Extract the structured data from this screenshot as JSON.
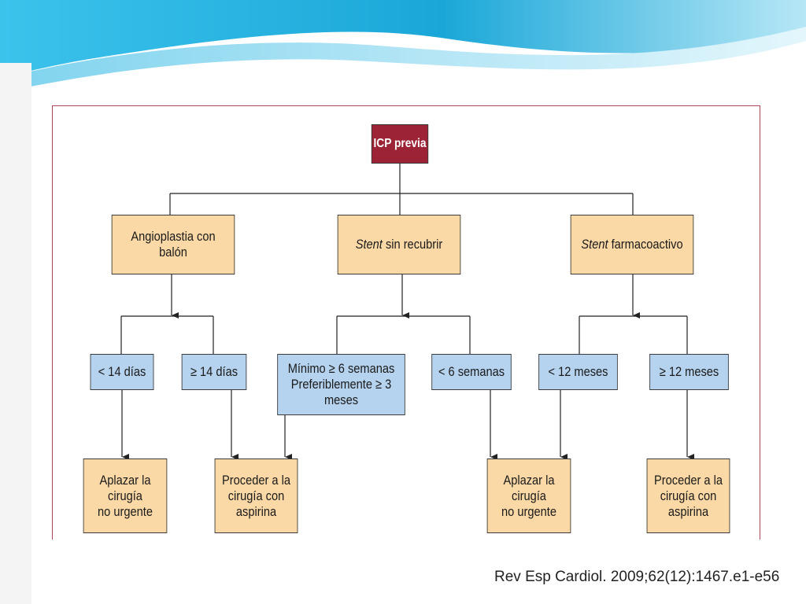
{
  "diagram": {
    "root": "ICP previa",
    "level1": [
      {
        "italic": "",
        "text": "Angioplastia con balón"
      },
      {
        "italic": "Stent",
        "text": " sin recubrir"
      },
      {
        "italic": "Stent",
        "text": " farmacoactivo"
      }
    ],
    "level2": [
      {
        "lines": [
          "< 14 días"
        ]
      },
      {
        "lines": [
          "≥ 14 días"
        ]
      },
      {
        "lines": [
          "Mínimo ≥ 6 semanas",
          "Preferiblemente ≥ 3 meses"
        ]
      },
      {
        "lines": [
          "< 6 semanas"
        ]
      },
      {
        "lines": [
          "< 12 meses"
        ]
      },
      {
        "lines": [
          "≥ 12 meses"
        ]
      }
    ],
    "level3": [
      {
        "lines": [
          "Aplazar la",
          "cirugía",
          "no urgente"
        ]
      },
      {
        "lines": [
          "Proceder a la",
          "cirugía con",
          "aspirina"
        ]
      },
      {
        "lines": [
          "Aplazar la",
          "cirugía",
          "no urgente"
        ]
      },
      {
        "lines": [
          "Proceder a la",
          "cirugía con",
          "aspirina"
        ]
      }
    ]
  },
  "citation": "Rev Esp Cardiol. 2009;62(12):1467.e1-e56",
  "colors": {
    "root_fill": "#9b2335",
    "orange_fill": "#fbd9a6",
    "blue_fill": "#b5d2ee",
    "frame": "#b0485a",
    "wave_dark": "#1aa7d8",
    "wave_light": "#7fd3ee"
  }
}
